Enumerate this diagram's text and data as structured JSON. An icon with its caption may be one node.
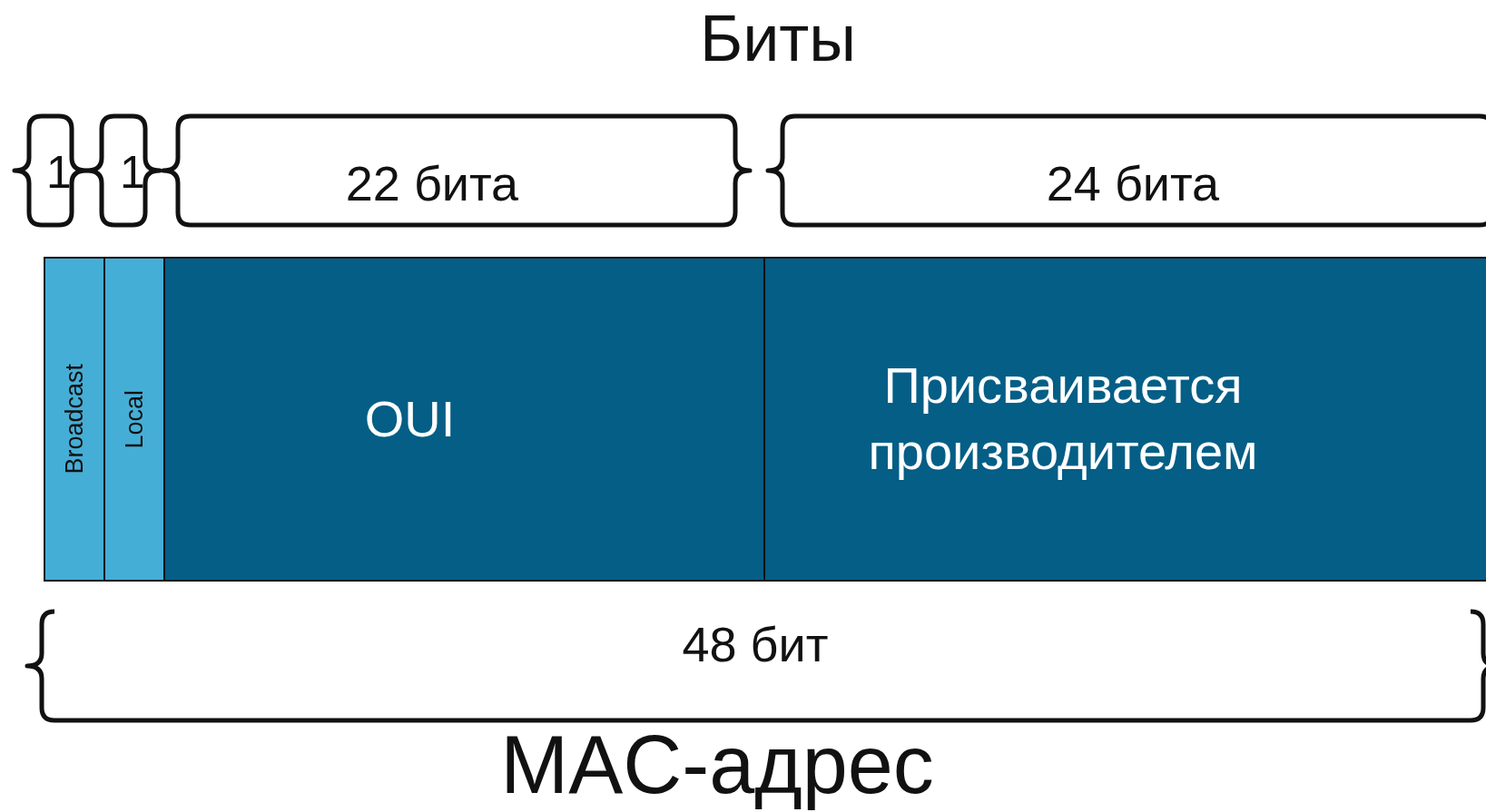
{
  "diagram": {
    "title": "Биты",
    "caption": "MAC-адрес",
    "nodes": [
      {
        "text": [
          "Broadcast"
        ]
      },
      {
        "text": [
          "Local"
        ]
      },
      {
        "text": [
          "OUI"
        ]
      },
      {
        "text": [
          "Присваивается производителем"
        ]
      }
    ],
    "labels": [
      "1",
      "1",
      "22 бита",
      "24 бита",
      "48 бит"
    ]
  }
}
